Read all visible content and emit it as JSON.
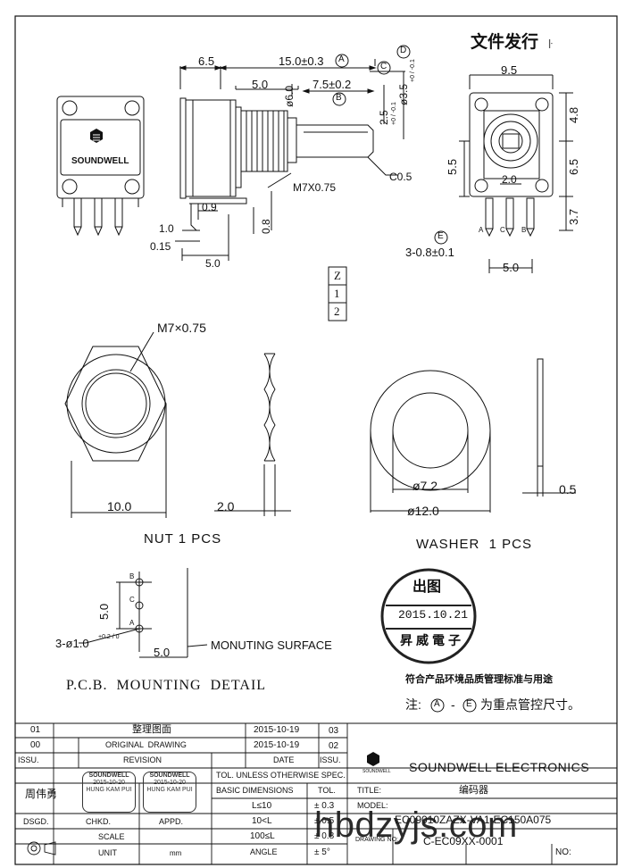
{
  "header": {
    "doc_title": "文件发行",
    "doc_title_trail": "ŀ"
  },
  "side_view": {
    "dims": {
      "d6_5": "6.5",
      "d15": "15.0±0.3",
      "d5": "5.0",
      "d7_5": "7.5±0.2",
      "d6_0": "ø6.0",
      "d2_5": "2.5",
      "d2_5_tol": "+0 / -0.1",
      "d3_5": "ø3.5",
      "d3_5_tol": "+0 / -0.1",
      "thread": "M7X0.75",
      "c05": "C0.5",
      "d0_9": "0.9",
      "d0_8": "0.8",
      "d1_0": "1.0",
      "d0_15": "0.15",
      "d5_b": "5.0"
    },
    "markers": {
      "A": "A",
      "B": "B",
      "C": "C",
      "D": "D",
      "E": "E"
    }
  },
  "front_view": {
    "logo_text": "SOUNDWELL"
  },
  "end_view": {
    "dims": {
      "d9_5": "9.5",
      "d4_8": "4.8",
      "d5_5": "5.5",
      "d6_5": "6.5",
      "d2_0": "2.0",
      "d3_7": "3.7",
      "pins": "3-0.8±0.1",
      "d5_0": "5.0"
    },
    "pin_labels": [
      "A",
      "C",
      "B"
    ]
  },
  "rev_box": [
    "Z",
    "1",
    "2"
  ],
  "nut": {
    "thread": "M7×0.75",
    "width": "10.0",
    "thick": "2.0",
    "label": "NUT 1 PCS"
  },
  "washer": {
    "inner": "ø7.2",
    "outer": "ø12.0",
    "thick": "0.5",
    "label": "WASHER  1 PCS"
  },
  "pcb": {
    "pin_labels": [
      "B",
      "C",
      "A"
    ],
    "d5_0_v": "5.0",
    "holes": "3-ø1.0",
    "holes_tol": "+0.2 / 0",
    "d5_0_h": "5.0",
    "surface": "MONUTING SURFACE",
    "label": "P.C.B.  MOUNTING  DETAIL"
  },
  "stamp": {
    "top": "出图",
    "date": "2015.10.21",
    "bottom": "昇威電子"
  },
  "notes": {
    "line1": "符合产品环境品质管理标准与用途",
    "line2_pre": "注:",
    "line2_a": "A",
    "line2_dash": "-",
    "line2_e": "E",
    "line2_post": "为重点管控尺寸。"
  },
  "title_block": {
    "rev_rows": [
      {
        "no": "01",
        "desc": "整理图面",
        "date": "2015-10-19",
        "idx": "03"
      },
      {
        "no": "00",
        "desc": "ORIGINAL  DRAWING",
        "date": "2015-10-19",
        "idx": "02"
      }
    ],
    "rev_header": {
      "issu": "ISSU.",
      "revision": "REVISION",
      "date": "DATE",
      "issu2": "ISSU."
    },
    "company": "SOUNDWELL ELECTRONICS",
    "company_logo": "SOUNDWELL",
    "tol_header": "TOL. UNLESS OTHERWISE SPEC.",
    "basic_dims": "BASIC DIMENSIONS",
    "tol": "TOL.",
    "tol_rows": [
      {
        "dim": "L≤10",
        "tol": "± 0.3"
      },
      {
        "dim": "10<L",
        "tol": "± 0.5"
      },
      {
        "dim": "100≤L",
        "tol": "± 0.8"
      },
      {
        "dim": "ANGLE",
        "tol": "± 5°"
      }
    ],
    "title_label": "TITLE:",
    "title_value": "编码器",
    "model_label": "MODEL:",
    "model_value": "EC09010ZAZX-VA1-EC150A075",
    "drawing_label": "DRAWING NO:",
    "drawing_value": "C-EC09XX-0001",
    "no_label": "NO:",
    "designer": "周伟勇",
    "dsgd": "DSGD.",
    "chkd": "CHKD.",
    "appd": "APPD.",
    "scale": "SCALE",
    "unit": "UNIT",
    "unit_value": "mm",
    "stamp_small": [
      "SOUNDWELL",
      "2015-10-20",
      "HUNG KAM PUI"
    ]
  },
  "watermark": "hbdzyjs.com"
}
